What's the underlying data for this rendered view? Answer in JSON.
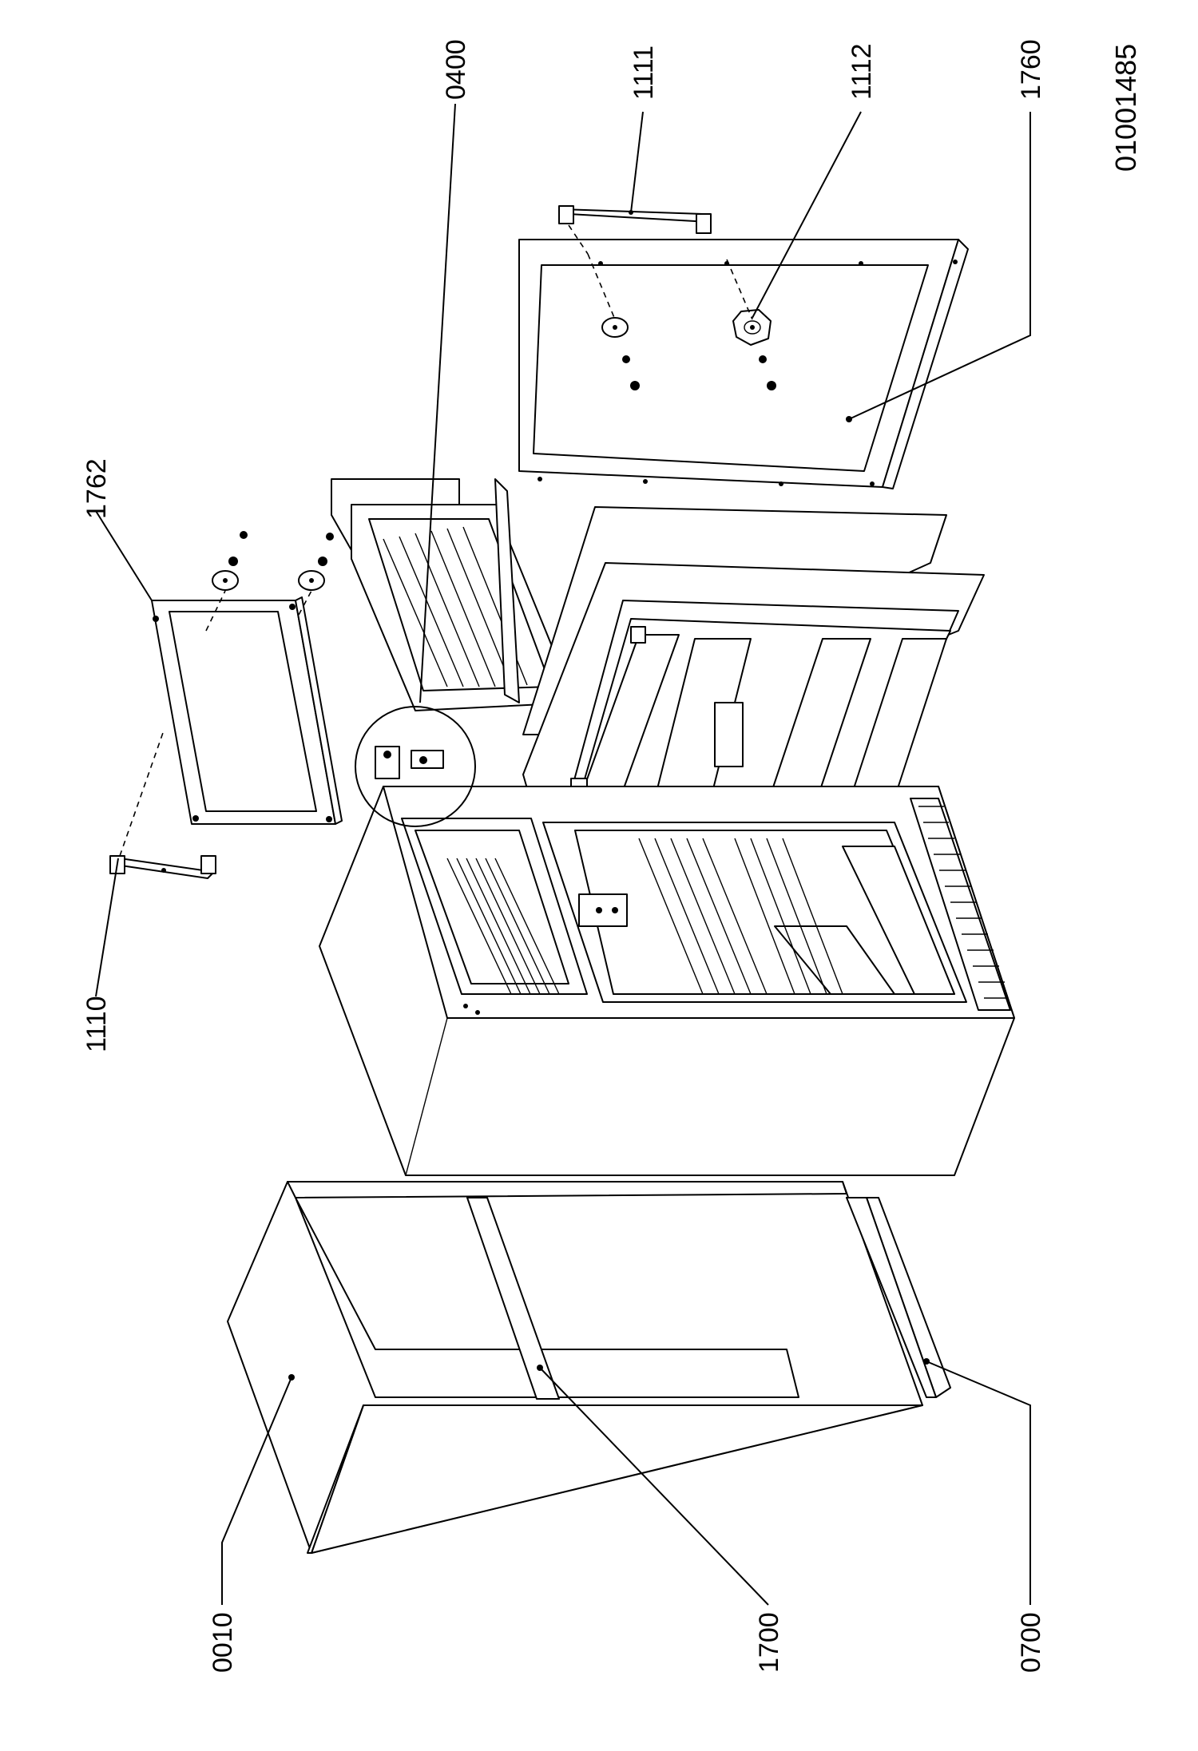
{
  "document_number": "01001485",
  "callouts": {
    "c1762": "1762",
    "c1110": "1110",
    "c0400": "0400",
    "c1111": "1111",
    "c1112": "1112",
    "c1760": "1760",
    "c0010": "0010",
    "c1700": "1700",
    "c0700": "0700"
  }
}
